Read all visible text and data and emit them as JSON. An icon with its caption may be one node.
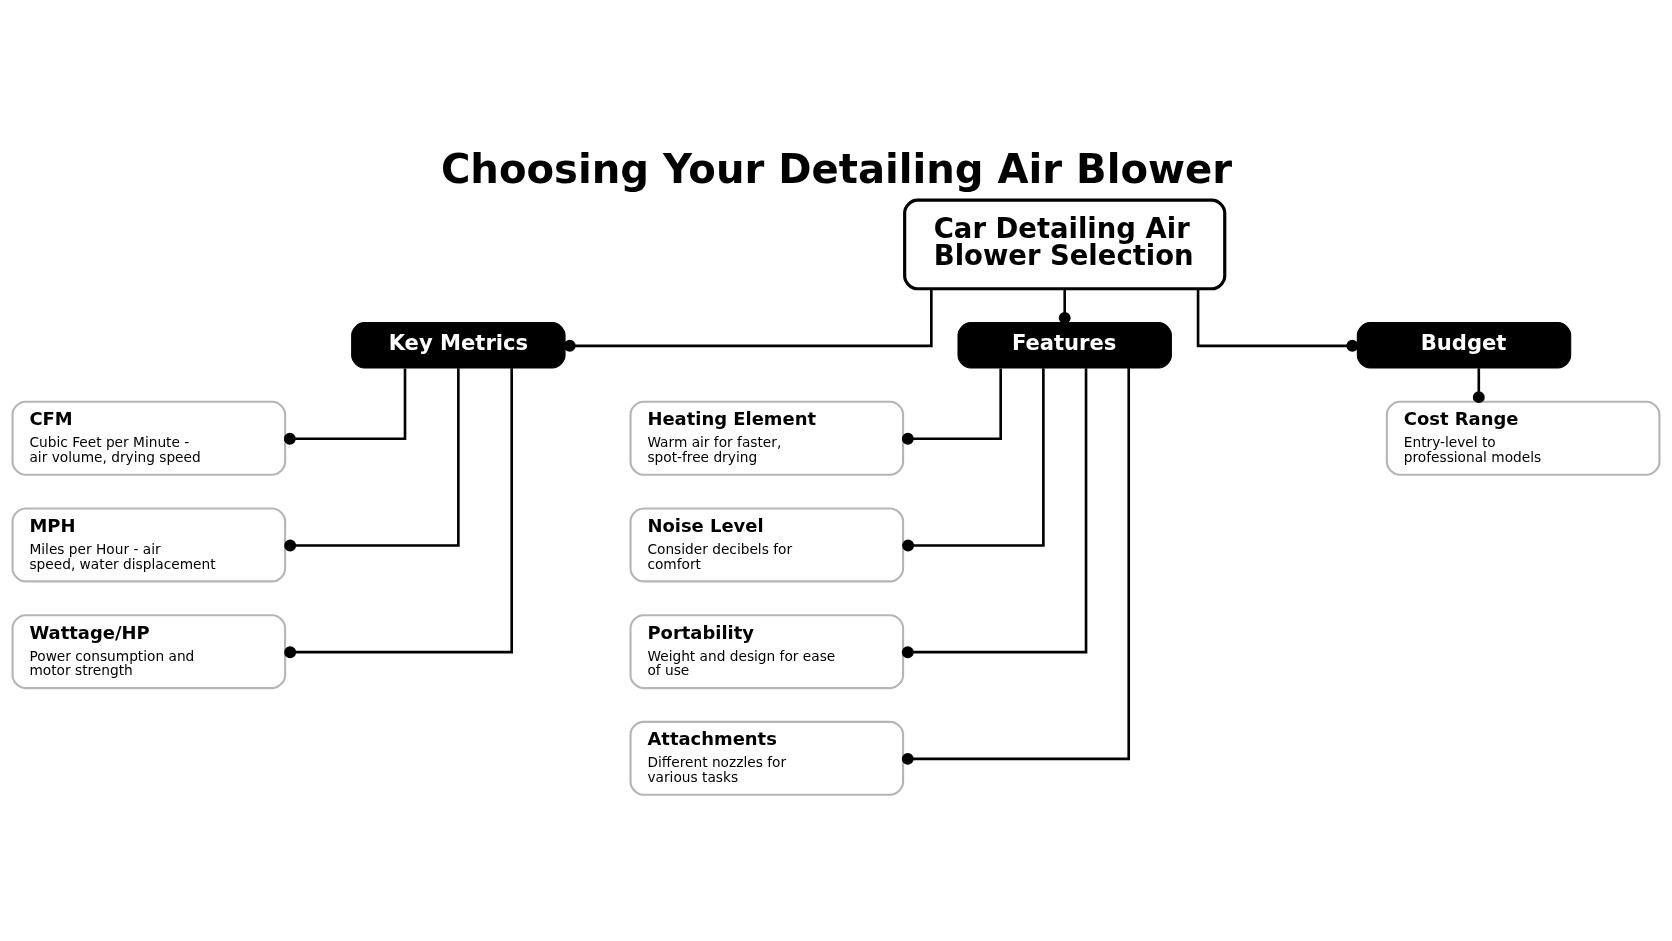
{
  "diagram": {
    "title": "Choosing Your Detailing Air Blower",
    "nodes": [
      {
        "text": [
          "Car Detailing Air Blower Selection"
        ]
      },
      {
        "text": [
          "Key Metrics"
        ]
      },
      {
        "text": [
          "CFM",
          "Cubic Feet per Minute - air volume, drying speed"
        ]
      },
      {
        "text": [
          "MPH",
          "Miles per Hour - air speed, water displacement"
        ]
      },
      {
        "text": [
          "Wattage/HP",
          "Power consumption and motor strength"
        ]
      },
      {
        "text": [
          "Features"
        ]
      },
      {
        "text": [
          "Heating Element",
          "Warm air for faster, spot-free drying"
        ]
      },
      {
        "text": [
          "Noise Level",
          "Consider decibels for comfort"
        ]
      },
      {
        "text": [
          "Portability",
          "Weight and design for ease of use"
        ]
      },
      {
        "text": [
          "Attachments",
          "Different nozzles for various tasks"
        ]
      },
      {
        "text": [
          "Budget"
        ]
      },
      {
        "text": [
          "Cost Range",
          "Entry-level to professional models"
        ]
      }
    ],
    "edges": [
      {
        "from": 0,
        "to": 1,
        "arrow": "other"
      },
      {
        "from": 0,
        "to": 5,
        "arrow": "other"
      },
      {
        "from": 0,
        "to": 10,
        "arrow": "other"
      },
      {
        "from": 1,
        "to": 2,
        "arrow": "other"
      },
      {
        "from": 1,
        "to": 3,
        "arrow": "other"
      },
      {
        "from": 1,
        "to": 4,
        "arrow": "other"
      },
      {
        "from": 5,
        "to": 6,
        "arrow": "other"
      },
      {
        "from": 5,
        "to": 7,
        "arrow": "other"
      },
      {
        "from": 5,
        "to": 8,
        "arrow": "other"
      },
      {
        "from": 5,
        "to": 9,
        "arrow": "other"
      },
      {
        "from": 10,
        "to": 11,
        "arrow": "other"
      }
    ]
  }
}
